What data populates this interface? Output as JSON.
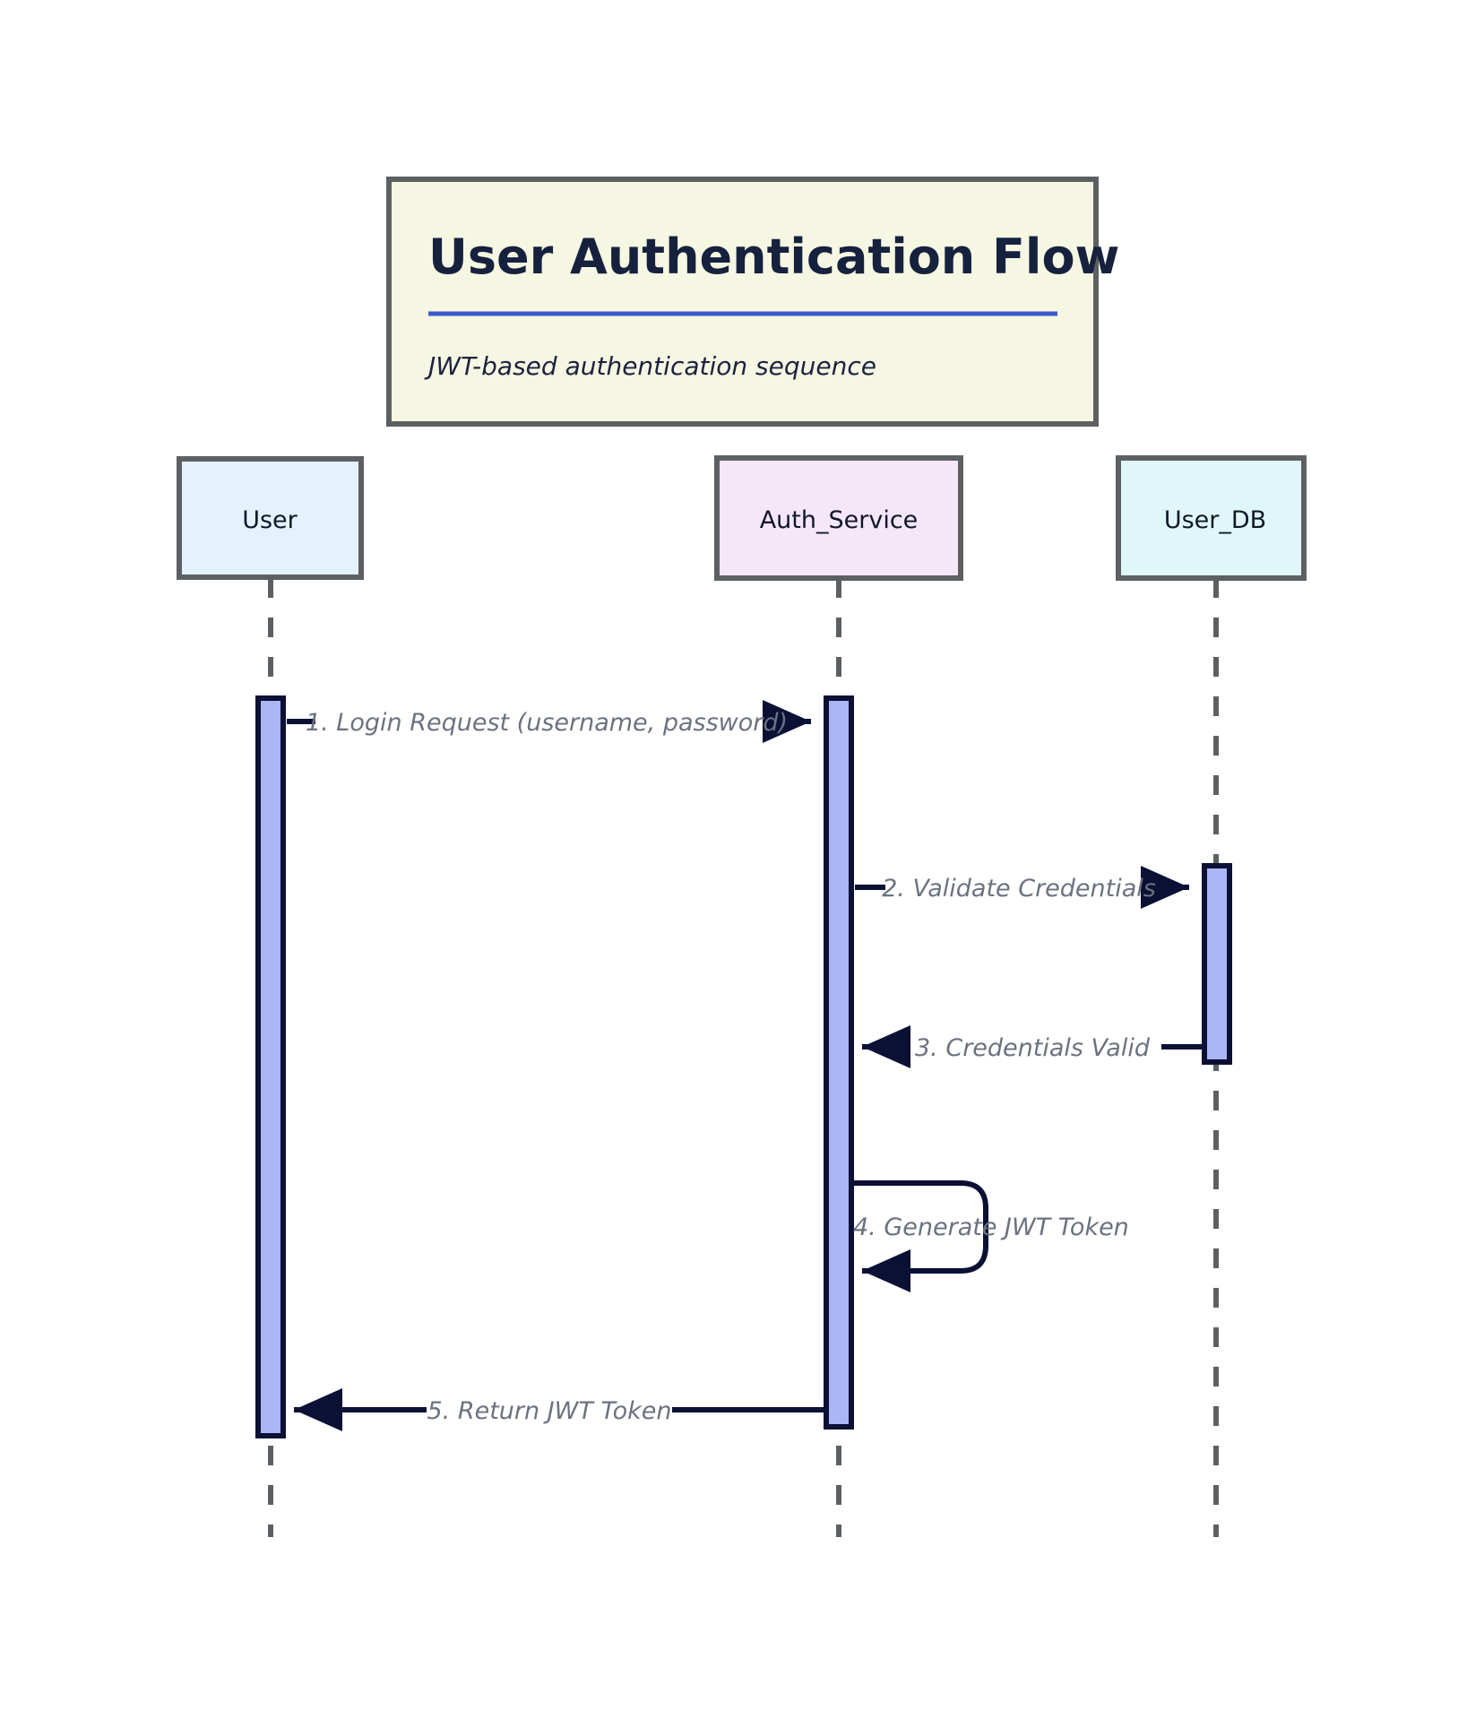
{
  "diagram": {
    "kind": "sequence-diagram",
    "title": "User Authentication Flow",
    "subtitle": "JWT-based authentication sequence",
    "colors": {
      "title_box_fill": "#f6f7e2",
      "title_box_border": "#5d6063",
      "title_rule": "#3b5bc7",
      "title_text": "#16213e",
      "message_text": "#6b7280",
      "arrow": "#0b1035",
      "activation_fill": "#aab6f5",
      "activation_border": "#0b1035",
      "lifeline": "#5d6063",
      "canvas": "#ffffff"
    },
    "participants": [
      {
        "id": "user",
        "label": "User",
        "fill": "#e3f2fd",
        "border": "#5d6063"
      },
      {
        "id": "auth_service",
        "label": "Auth_Service",
        "fill": "#f5e6f8",
        "border": "#5d6063"
      },
      {
        "id": "user_db",
        "label": "User_DB",
        "fill": "#e0f7fa",
        "border": "#5d6063"
      }
    ],
    "messages": [
      {
        "seq": "1",
        "label": "1. Login Request (username, password)",
        "from": "user",
        "to": "auth_service",
        "direction": "right",
        "style": "solid",
        "arrow": "filled"
      },
      {
        "seq": "2",
        "label": "2. Validate Credentials",
        "from": "auth_service",
        "to": "user_db",
        "direction": "right",
        "style": "solid",
        "arrow": "filled"
      },
      {
        "seq": "3",
        "label": "3. Credentials Valid",
        "from": "user_db",
        "to": "auth_service",
        "direction": "left",
        "style": "solid",
        "arrow": "filled"
      },
      {
        "seq": "4",
        "label": "4. Generate JWT Token",
        "from": "auth_service",
        "to": "auth_service",
        "direction": "self",
        "style": "solid",
        "arrow": "filled"
      },
      {
        "seq": "5",
        "label": "5. Return JWT Token",
        "from": "auth_service",
        "to": "user",
        "direction": "left",
        "style": "solid",
        "arrow": "filled"
      }
    ]
  }
}
